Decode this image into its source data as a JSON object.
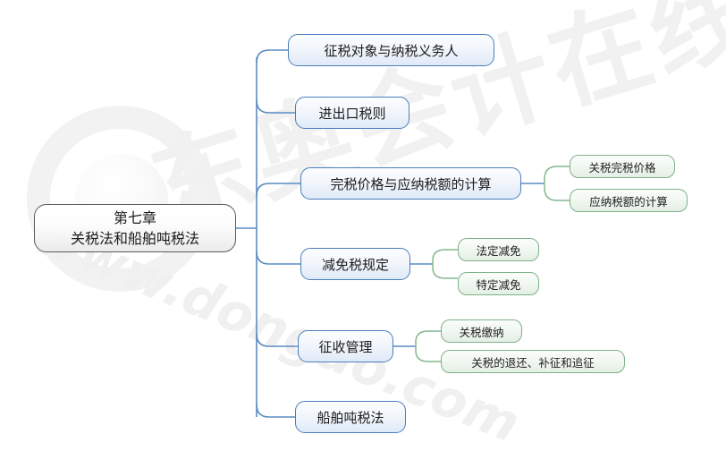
{
  "diagram": {
    "type": "mindmap",
    "title": "第七章 关税法和船舶吨税法",
    "watermark": {
      "brand_text": "东奥会计在线",
      "url_text": "www.dongao.com"
    },
    "colors": {
      "root_border": "#5a5a5a",
      "root_fill": "#ebebeb",
      "main_border": "#4a7ebb",
      "main_fill": "#dfeaf7",
      "leaf_border": "#7fb189",
      "leaf_fill": "#e4efe4",
      "link_blue": "#4a7ebb",
      "link_green": "#7fb189",
      "background": "#ffffff"
    },
    "root": {
      "line1": "第七章",
      "line2": "关税法和船舶吨税法"
    },
    "branches": [
      {
        "label": "征税对象与纳税义务人",
        "children": []
      },
      {
        "label": "进出口税则",
        "children": []
      },
      {
        "label": "完税价格与应纳税额的计算",
        "children": [
          {
            "label": "关税完税价格"
          },
          {
            "label": "应纳税额的计算"
          }
        ]
      },
      {
        "label": "减免税规定",
        "children": [
          {
            "label": "法定减免"
          },
          {
            "label": "特定减免"
          }
        ]
      },
      {
        "label": "征收管理",
        "children": [
          {
            "label": "关税缴纳"
          },
          {
            "label": "关税的退还、补征和追征"
          }
        ]
      },
      {
        "label": "船舶吨税法",
        "children": []
      }
    ]
  }
}
